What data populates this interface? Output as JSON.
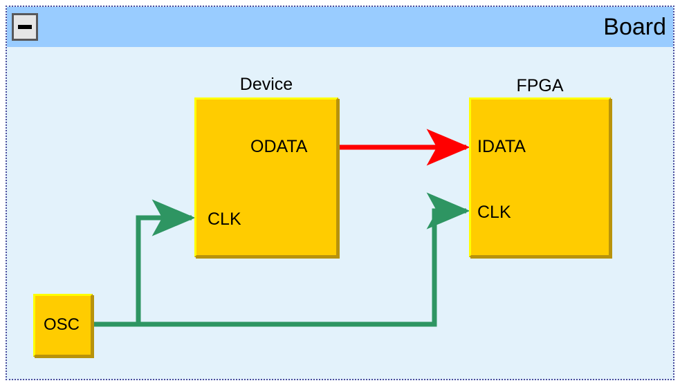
{
  "board": {
    "title": "Board",
    "collapse_icon": "minus-icon",
    "header_color": "#99ccff",
    "body_color": "#e3f2fb",
    "border_color": "#4a4a9c"
  },
  "blocks": [
    {
      "id": "device",
      "caption": "Device",
      "fill": "#ffcc00",
      "ports": [
        {
          "id": "odata",
          "label": "ODATA",
          "align": "right",
          "direction": "out"
        },
        {
          "id": "clk",
          "label": "CLK",
          "align": "left",
          "direction": "in"
        }
      ]
    },
    {
      "id": "fpga",
      "caption": "FPGA",
      "fill": "#ffcc00",
      "ports": [
        {
          "id": "idata",
          "label": "IDATA",
          "align": "left",
          "direction": "in"
        },
        {
          "id": "clk",
          "label": "CLK",
          "align": "left",
          "direction": "in"
        }
      ]
    },
    {
      "id": "osc",
      "caption": "",
      "fill": "#ffcc00",
      "ports": [
        {
          "id": "out",
          "label": "OSC",
          "align": "center",
          "direction": "out"
        }
      ]
    }
  ],
  "connections": [
    {
      "id": "data-link",
      "from": "device.odata",
      "to": "fpga.idata",
      "color": "#ff0000",
      "style": "arrow"
    },
    {
      "id": "clock-to-device",
      "from": "osc.out",
      "to": "device.clk",
      "color": "#2e9562",
      "style": "arrow"
    },
    {
      "id": "clock-to-fpga",
      "from": "osc.out",
      "to": "fpga.clk",
      "color": "#2e9562",
      "style": "arrow"
    }
  ],
  "colors": {
    "wire_data": "#ff0000",
    "wire_clock": "#2e9562",
    "block_fill": "#ffcc00",
    "block_highlight": "#ffff00",
    "block_shadow": "#b8930b"
  }
}
